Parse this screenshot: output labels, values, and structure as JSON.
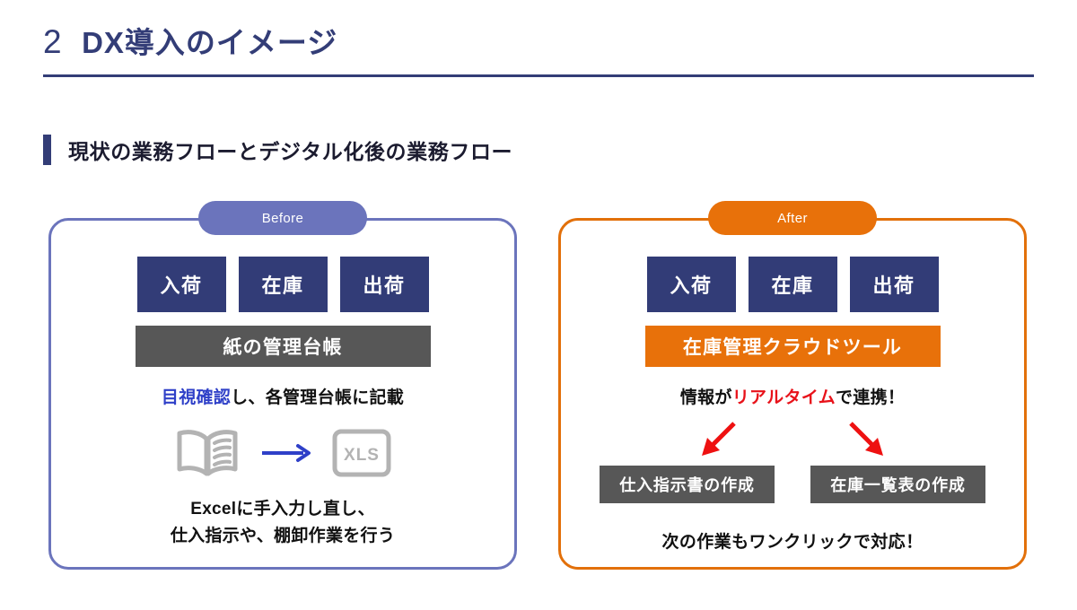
{
  "header": {
    "number": "2",
    "title": "DX導入のイメージ",
    "accent_color": "#333d77"
  },
  "section": {
    "title": "現状の業務フローとデジタル化後の業務フロー",
    "bar_color": "#333d77"
  },
  "before_panel": {
    "badge_label": "Before",
    "badge_color": "#6b74bc",
    "border_color": "#6b74bc",
    "stages": [
      {
        "label": "入荷"
      },
      {
        "label": "在庫"
      },
      {
        "label": "出荷"
      }
    ],
    "stage_color": "#323c77",
    "system_bar": {
      "label": "紙の管理台帳",
      "color": "#575757"
    },
    "caption": {
      "highlight": "目視確認",
      "highlight_color": "#2f40c8",
      "rest": "し、各管理台帳に記載"
    },
    "icons": {
      "source": "book-icon",
      "arrow": "right-arrow-icon",
      "arrow_color": "#2f40c8",
      "target": "xls-file-icon",
      "target_label": "XLS",
      "icon_color": "#b3b3b3"
    },
    "bottom_caption_line1": "Excelに手入力し直し、",
    "bottom_caption_line2": "仕入指示や、棚卸作業を行う"
  },
  "after_panel": {
    "badge_label": "After",
    "badge_color": "#e8710a",
    "border_color": "#e2700a",
    "stages": [
      {
        "label": "入荷"
      },
      {
        "label": "在庫"
      },
      {
        "label": "出荷"
      }
    ],
    "stage_color": "#323c77",
    "system_bar": {
      "label": "在庫管理クラウドツール",
      "color": "#e8710a"
    },
    "caption": {
      "prefix": "情報が",
      "highlight": "リアルタイム",
      "highlight_color": "#e8121a",
      "suffix": "で連携！"
    },
    "arrow_color": "#ee1111",
    "outputs": [
      {
        "label": "仕入指示書の作成"
      },
      {
        "label": "在庫一覧表の作成"
      }
    ],
    "output_color": "#575757",
    "bottom_caption": "次の作業もワンクリックで対応！"
  }
}
